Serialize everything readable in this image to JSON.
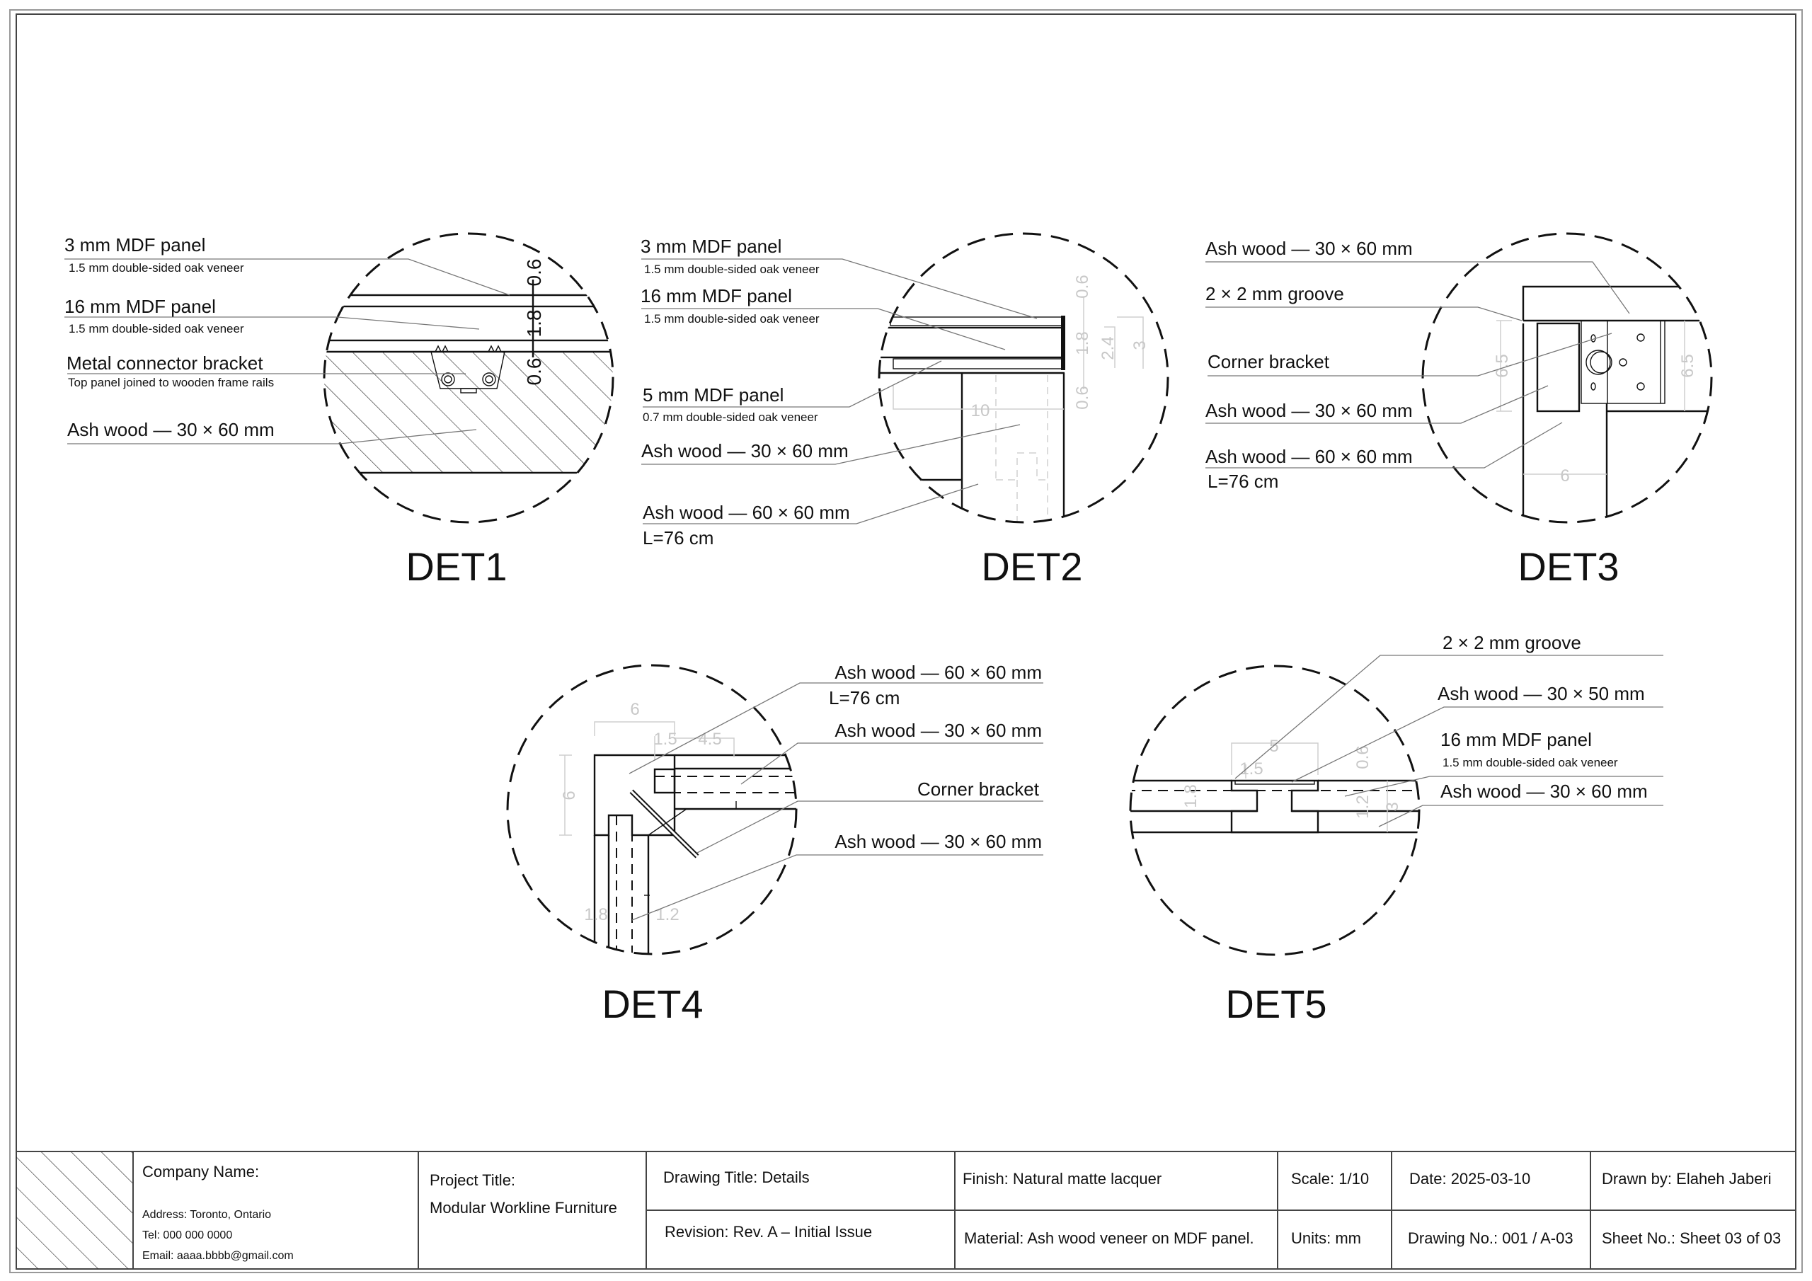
{
  "details": {
    "det1": {
      "title": "DET1",
      "labels": [
        {
          "text": "3 mm MDF panel",
          "sub": "1.5 mm double-sided oak veneer"
        },
        {
          "text": "16 mm MDF panel",
          "sub": "1.5 mm double-sided oak veneer"
        },
        {
          "text": "Metal connector bracket",
          "sub": "Top panel joined to wooden frame rails"
        },
        {
          "text": "Ash wood — 30 × 60 mm"
        }
      ],
      "dims": [
        "0.6",
        "1.8",
        "0.6"
      ]
    },
    "det2": {
      "title": "DET2",
      "labels": [
        {
          "text": "3 mm MDF panel",
          "sub": "1.5 mm double-sided oak veneer"
        },
        {
          "text": "16 mm MDF panel",
          "sub": "1.5 mm double-sided oak veneer"
        },
        {
          "text": "5 mm MDF panel",
          "sub": "0.7 mm double-sided oak veneer"
        },
        {
          "text": "Ash wood — 30 × 60 mm"
        },
        {
          "text": "Ash wood — 60 × 60 mm",
          "sub": "L=76 cm"
        }
      ],
      "dims": [
        "0.6",
        "1.8",
        "0.6",
        "2.4",
        "3",
        "10"
      ]
    },
    "det3": {
      "title": "DET3",
      "labels": [
        {
          "text": "Ash wood — 30 × 60 mm"
        },
        {
          "text": "2 × 2 mm groove"
        },
        {
          "text": "Corner bracket"
        },
        {
          "text": "Ash wood — 30 × 60 mm"
        },
        {
          "text": "Ash wood — 60 × 60 mm",
          "sub": "L=76 cm"
        }
      ],
      "dims": [
        "6.5",
        "6.5",
        "6"
      ]
    },
    "det4": {
      "title": "DET4",
      "labels": [
        {
          "text": "Ash wood — 60 × 60 mm",
          "sub": "L=76 cm"
        },
        {
          "text": "Ash wood — 30 × 60 mm"
        },
        {
          "text": "Corner bracket"
        },
        {
          "text": "Ash wood — 30 × 60 mm"
        }
      ],
      "dims": [
        "6",
        "1.5",
        "4.5",
        "6",
        "1.8",
        "1.2"
      ]
    },
    "det5": {
      "title": "DET5",
      "labels": [
        {
          "text": "2 × 2 mm groove"
        },
        {
          "text": "Ash wood — 30 × 50 mm"
        },
        {
          "text": "16 mm MDF panel",
          "sub": "1.5 mm double-sided oak veneer"
        },
        {
          "text": "Ash wood — 30 × 60 mm"
        }
      ],
      "dims": [
        "5",
        "1.5",
        "0.6",
        "1.2",
        "3",
        "1.8"
      ]
    }
  },
  "title_block": {
    "company_name": "Company Name:",
    "address": "Address: Toronto, Ontario",
    "tel": "Tel: 000 000 0000",
    "email": "Email: aaaa.bbbb@gmail.com",
    "project_title_label": "Project Title:",
    "project_title": "Modular Workline Furniture",
    "drawing_title": "Drawing Title: Details",
    "revision": "Revision: Rev. A – Initial Issue",
    "finish": "Finish: Natural matte lacquer",
    "material": "Material: Ash wood veneer on MDF panel.",
    "scale": "Scale: 1/10",
    "units": "Units: mm",
    "date": "Date: 2025-03-10",
    "drawing_no": "Drawing No.: 001 / A-03",
    "drawn_by": "Drawn by: Elaheh Jaberi",
    "sheet_no": "Sheet No.: Sheet 03 of 03"
  }
}
